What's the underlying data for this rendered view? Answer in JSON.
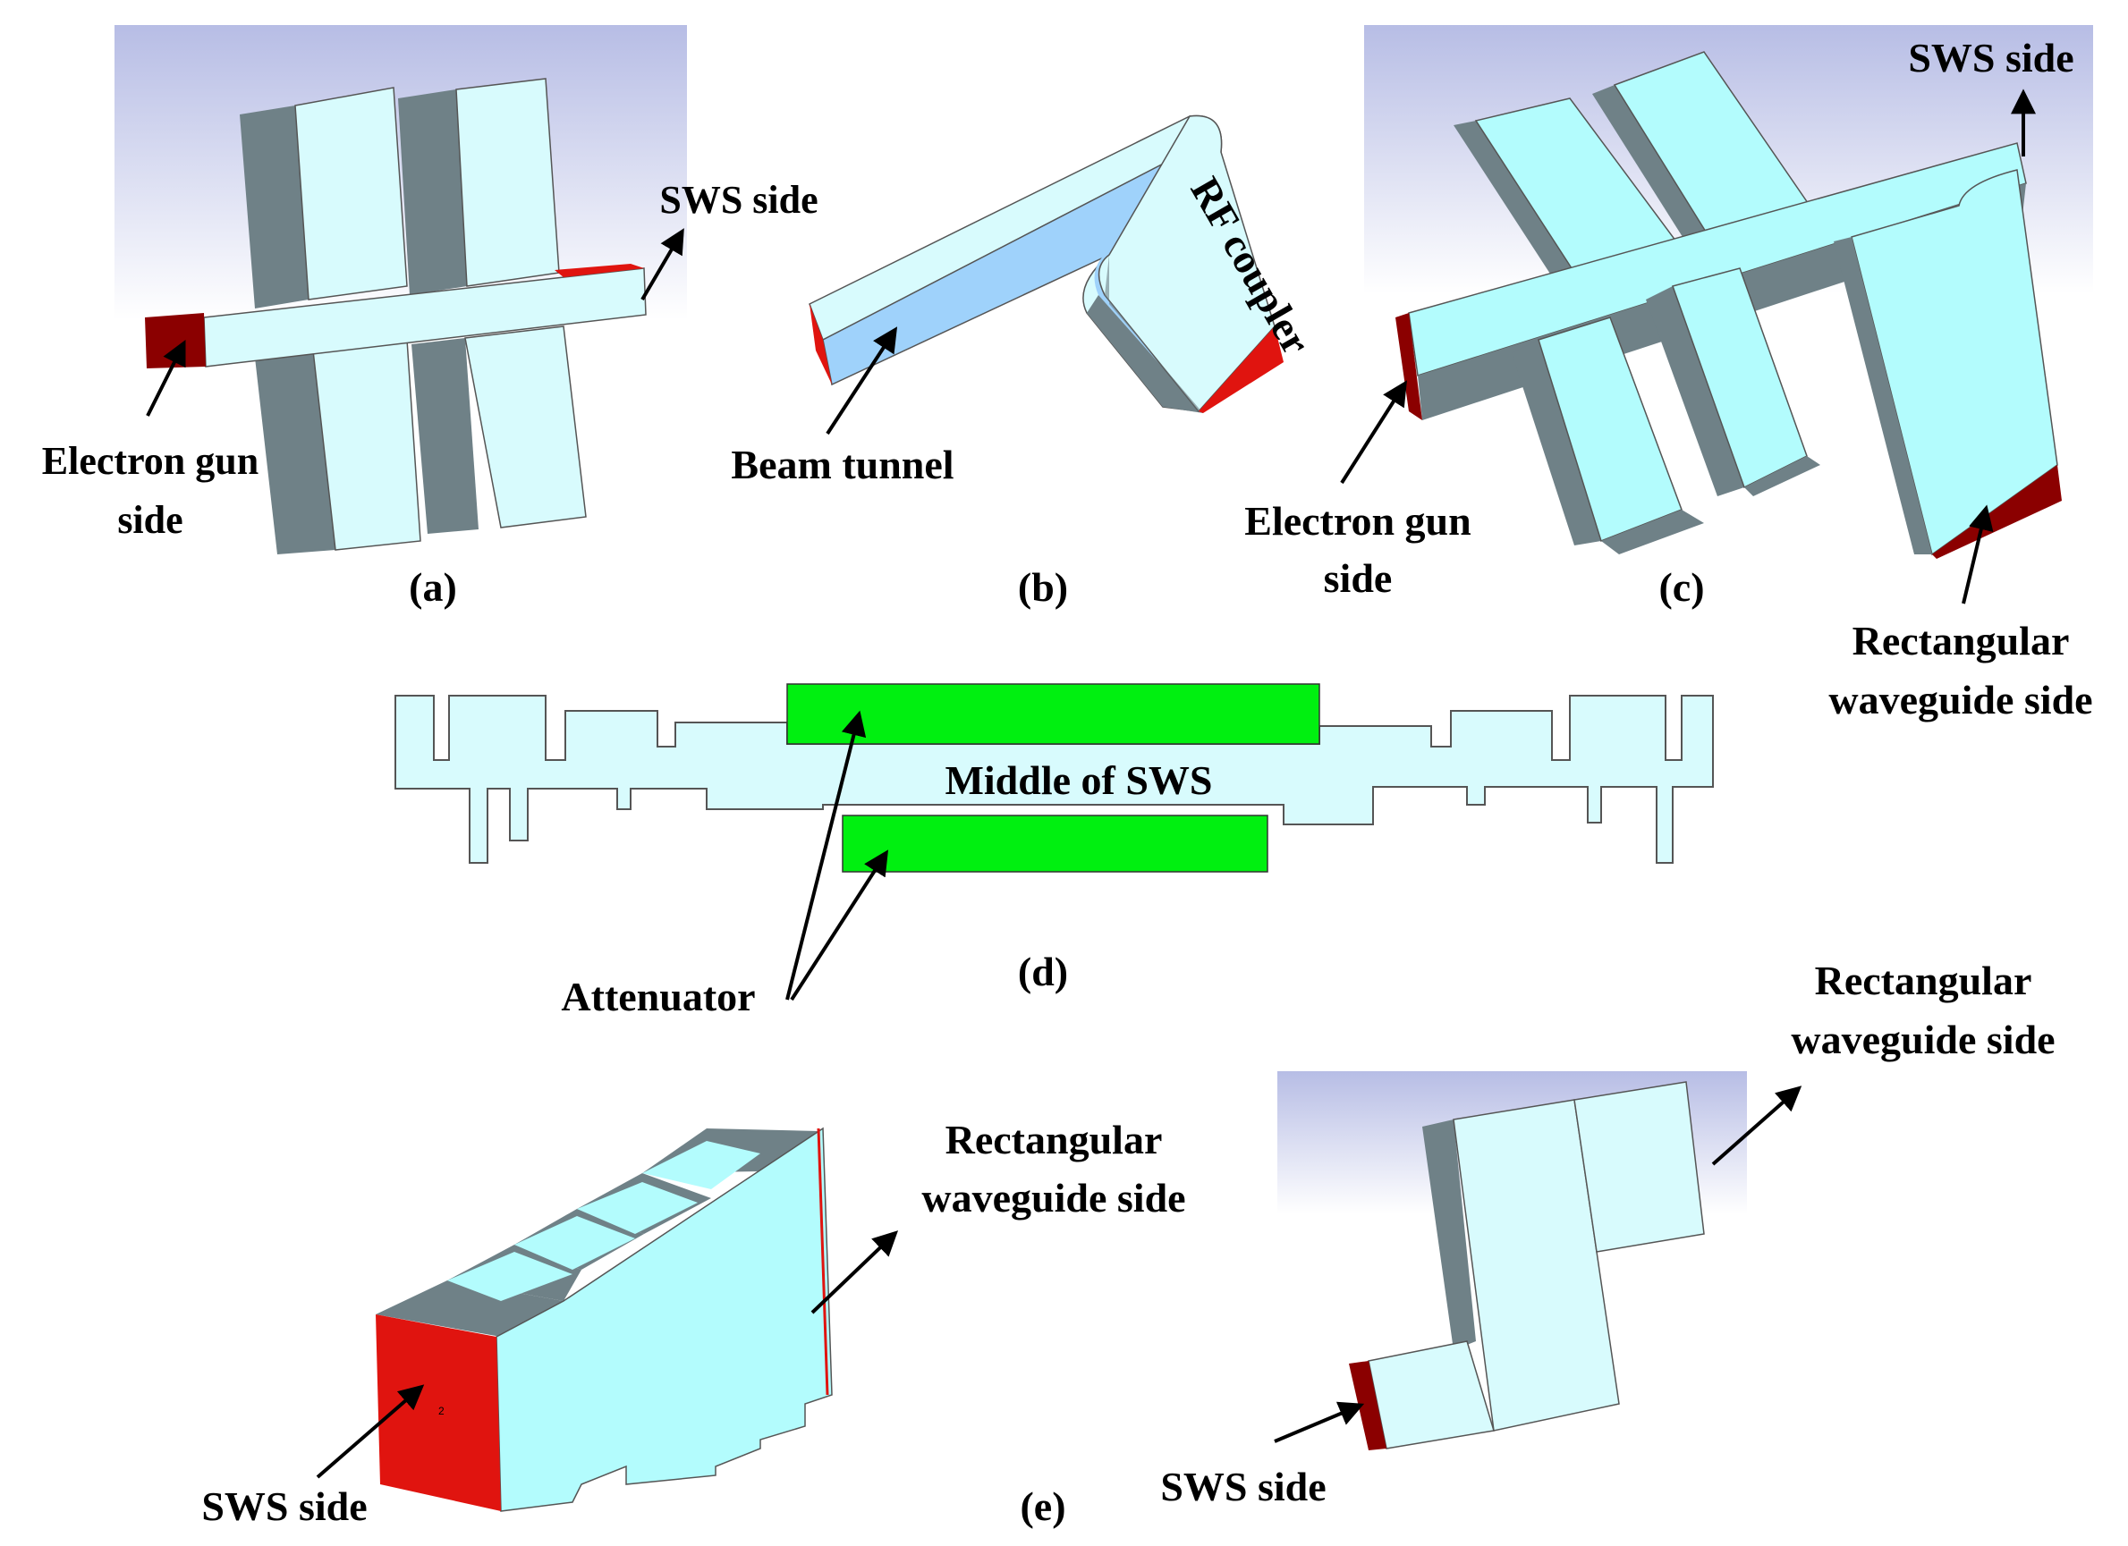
{
  "panels": {
    "a": {
      "caption": "(a)",
      "labels": {
        "sws_side": "SWS side",
        "gun_line1": "Electron gun",
        "gun_line2": "side"
      }
    },
    "b": {
      "caption": "(b)",
      "labels": {
        "rf_coupler": "RF coupler",
        "beam_tunnel": "Beam tunnel"
      }
    },
    "c": {
      "caption": "(c)",
      "labels": {
        "sws_side": "SWS side",
        "gun_line1": "Electron gun",
        "gun_line2": "side",
        "rect_line1": "Rectangular",
        "rect_line2": "waveguide side"
      }
    },
    "d": {
      "caption": "(d)",
      "labels": {
        "middle": "Middle of SWS",
        "attenuator": "Attenuator"
      }
    },
    "e": {
      "caption": "(e)",
      "labels": {
        "left_sws_side": "SWS side",
        "left_rect_line1": "Rectangular",
        "left_rect_line2": "waveguide side",
        "right_rect_line1": "Rectangular",
        "right_rect_line2": "waveguide side",
        "right_sws_side": "SWS side"
      },
      "small_marker": "2"
    }
  },
  "colors": {
    "face_light": "#d8fbfd",
    "face_cyan": "#b3fcfd",
    "face_side": "#6f8187",
    "port_red": "#e0140f",
    "port_dark_red": "#8b0000",
    "beam_blue": "#9fd2fb",
    "attenuator_green": "#00f010",
    "background_top": "#b7bde5"
  }
}
